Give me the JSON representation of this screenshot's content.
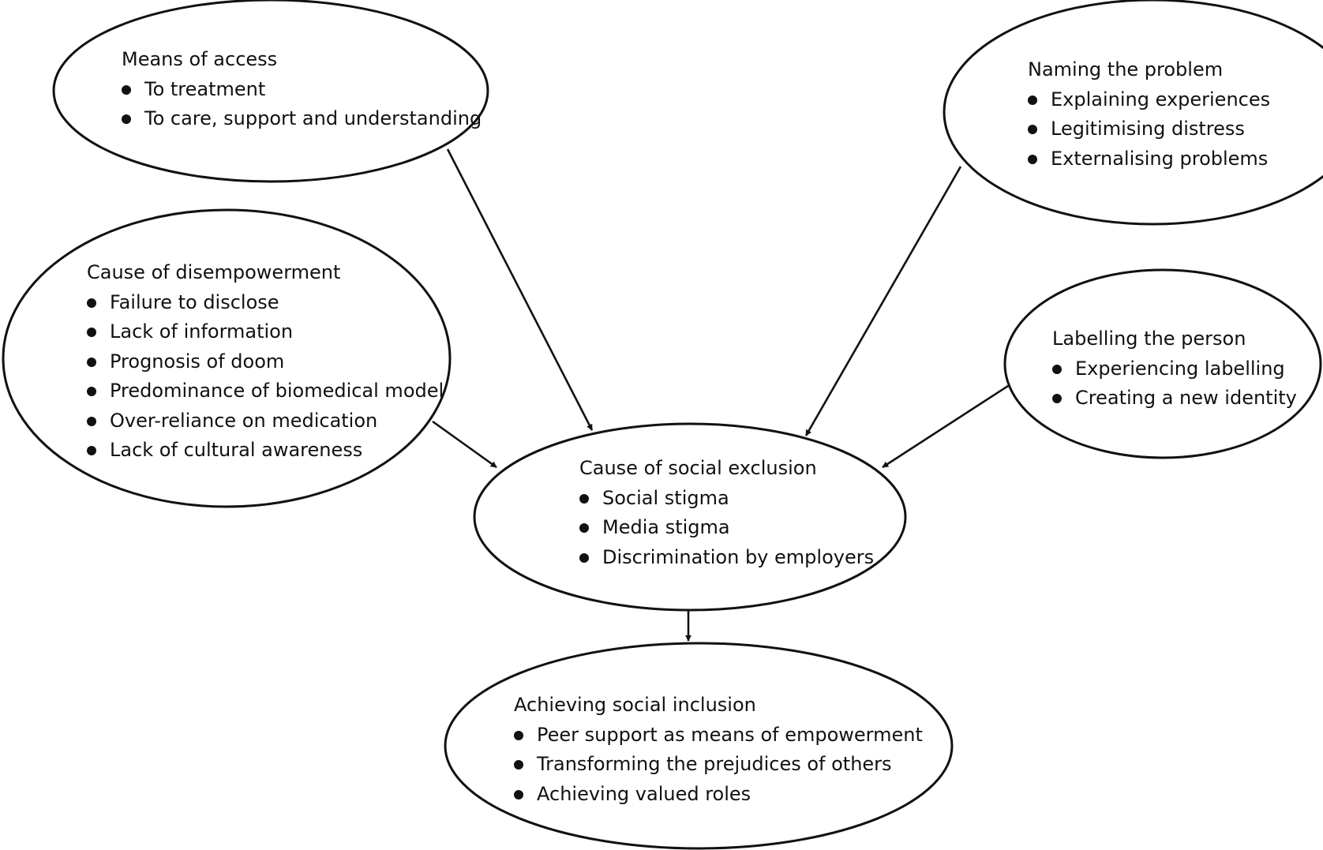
{
  "nodes": {
    "means_of_access": {
      "title": "Means of access",
      "items": [
        "To treatment",
        "To care, support and understanding"
      ]
    },
    "naming_the_problem": {
      "title": "Naming the problem",
      "items": [
        "Explaining experiences",
        "Legitimising distress",
        "Externalising problems"
      ]
    },
    "cause_of_disempowerment": {
      "title": "Cause of disempowerment",
      "items": [
        "Failure to disclose",
        "Lack of information",
        "Prognosis of doom",
        "Predominance of biomedical model",
        "Over-reliance on medication",
        "Lack of cultural awareness"
      ]
    },
    "labelling_the_person": {
      "title": "Labelling the person",
      "items": [
        "Experiencing labelling",
        "Creating a new identity"
      ]
    },
    "cause_of_social_exclusion": {
      "title": "Cause of social exclusion",
      "items": [
        "Social stigma",
        "Media stigma",
        "Discrimination by employers"
      ]
    },
    "achieving_social_inclusion": {
      "title": "Achieving social inclusion",
      "items": [
        "Peer support as means of empowerment",
        "Transforming the prejudices of others",
        "Achieving valued roles"
      ]
    }
  },
  "edges": [
    {
      "from": "means_of_access",
      "to": "cause_of_social_exclusion"
    },
    {
      "from": "naming_the_problem",
      "to": "cause_of_social_exclusion"
    },
    {
      "from": "cause_of_disempowerment",
      "to": "cause_of_social_exclusion"
    },
    {
      "from": "labelling_the_person",
      "to": "cause_of_social_exclusion"
    },
    {
      "from": "cause_of_social_exclusion",
      "to": "achieving_social_inclusion"
    }
  ],
  "colors": {
    "stroke": "#111111",
    "fill": "#ffffff",
    "text": "#111111"
  }
}
